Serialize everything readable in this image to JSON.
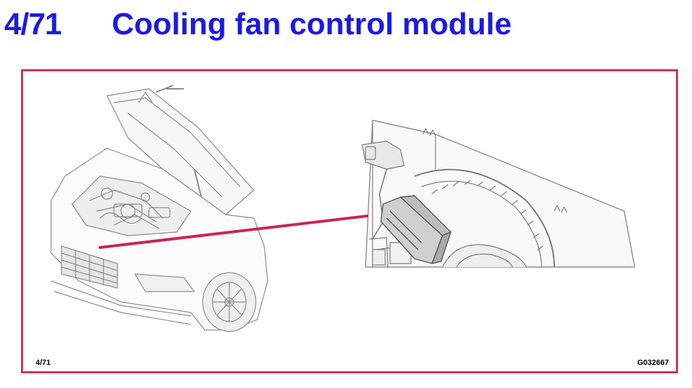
{
  "header": {
    "ref_number": "4/71",
    "title": "Cooling fan control module"
  },
  "figure": {
    "ref_label": "4/71",
    "image_code": "G032667"
  },
  "colors": {
    "title": "#1a1ae6",
    "frame_border": "#cc3355",
    "leader_line": "#cc2255",
    "line_art": "#888888"
  },
  "icons": {
    "car": "car-engine-bay-illustration",
    "fan": "cooling-fan-shroud-illustration",
    "module": "fan-control-module-icon"
  }
}
